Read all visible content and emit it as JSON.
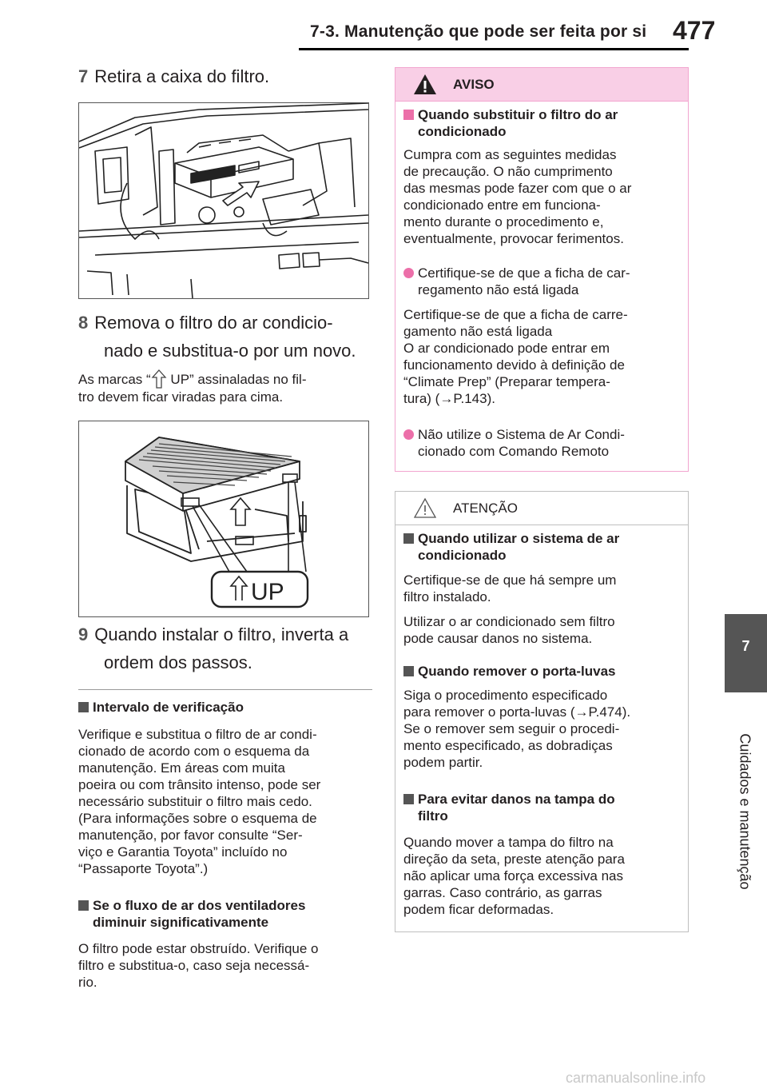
{
  "header": {
    "section_title": "7-3. Manutenção que pode ser feita por si",
    "page_number": "477"
  },
  "side_tab": {
    "chapter_number": "7",
    "chapter_title": "Cuidados e manutenção"
  },
  "steps": [
    {
      "number": "7",
      "text": "Retira a caixa do filtro."
    },
    {
      "number": "8",
      "line1": "Remova o filtro do ar condicio-",
      "line2": "nado e substitua-o por um novo."
    },
    {
      "number": "9",
      "line1": "Quando instalar o filtro, inverta a",
      "line2": "ordem dos passos."
    }
  ],
  "up_note": {
    "before": "As marcas “",
    "after": " UP” assinaladas no fil-",
    "line2": "tro devem ficar viradas para cima."
  },
  "figure2_label": "UP",
  "sections": [
    {
      "heading": "Intervalo de verificação",
      "body": [
        "Verifique e substitua o filtro de ar condi-",
        "cionado de acordo com o esquema da",
        "manutenção. Em áreas com muita",
        "poeira ou com trânsito intenso, pode ser",
        "necessário substituir o filtro mais cedo.",
        "(Para informações sobre o esquema de",
        "manutenção, por favor consulte “Ser-",
        "viço e Garantia Toyota” incluído no",
        "“Passaporte Toyota”.)"
      ]
    },
    {
      "heading1": "Se o fluxo de ar dos ventiladores",
      "heading2": "diminuir significativamente",
      "body": [
        "O filtro pode estar obstruído. Verifique o",
        "filtro e substitua-o, caso seja necessá-",
        "rio."
      ]
    }
  ],
  "aviso": {
    "label": "AVISO",
    "heading1": "Quando substituir o filtro do ar",
    "heading2": "condicionado",
    "intro": [
      "Cumpra com as seguintes medidas",
      "de precaução. O não cumprimento",
      "das mesmas pode fazer com que o ar",
      "condicionado entre em funciona-",
      "mento durante o procedimento e,",
      "eventualmente, provocar ferimentos."
    ],
    "bullet1": [
      "Certifique-se de que a ficha de car-",
      "regamento não está ligada"
    ],
    "detail": [
      "Certifique-se de que a ficha de carre-",
      "gamento não está ligada",
      "O ar condicionado pode entrar em",
      "funcionamento devido à definição de",
      "“Climate Prep” (Preparar tempera-",
      "tura) (→P.143)."
    ],
    "bullet2": [
      "Não utilize o Sistema de Ar Condi-",
      "cionado com Comando Remoto"
    ]
  },
  "atencao": {
    "label": "ATENÇÃO",
    "items": [
      {
        "heading1": "Quando utilizar o sistema de ar",
        "heading2": "condicionado",
        "p1": [
          "Certifique-se de que há sempre um",
          "filtro instalado."
        ],
        "p2": [
          "Utilizar o ar condicionado sem filtro",
          "pode causar danos no sistema."
        ]
      },
      {
        "heading1": "Quando remover o porta-luvas",
        "body": [
          "Siga o procedimento especificado",
          "para remover o porta-luvas (→P.474).",
          "Se o remover sem seguir o procedi-",
          "mento especificado, as dobradiças",
          "podem partir."
        ]
      },
      {
        "heading1": "Para evitar danos na tampa do",
        "heading2": "filtro",
        "body": [
          "Quando mover a tampa do filtro na",
          "direção da seta, preste atenção para",
          "não aplicar uma força excessiva nas",
          "garras. Caso contrário, as garras",
          "podem ficar deformadas."
        ]
      }
    ]
  },
  "watermark": "carmanualsonline.info",
  "colors": {
    "aviso_pink": "#f9cfe6",
    "aviso_accent": "#ec6fa9",
    "tab_gray": "#555555"
  }
}
